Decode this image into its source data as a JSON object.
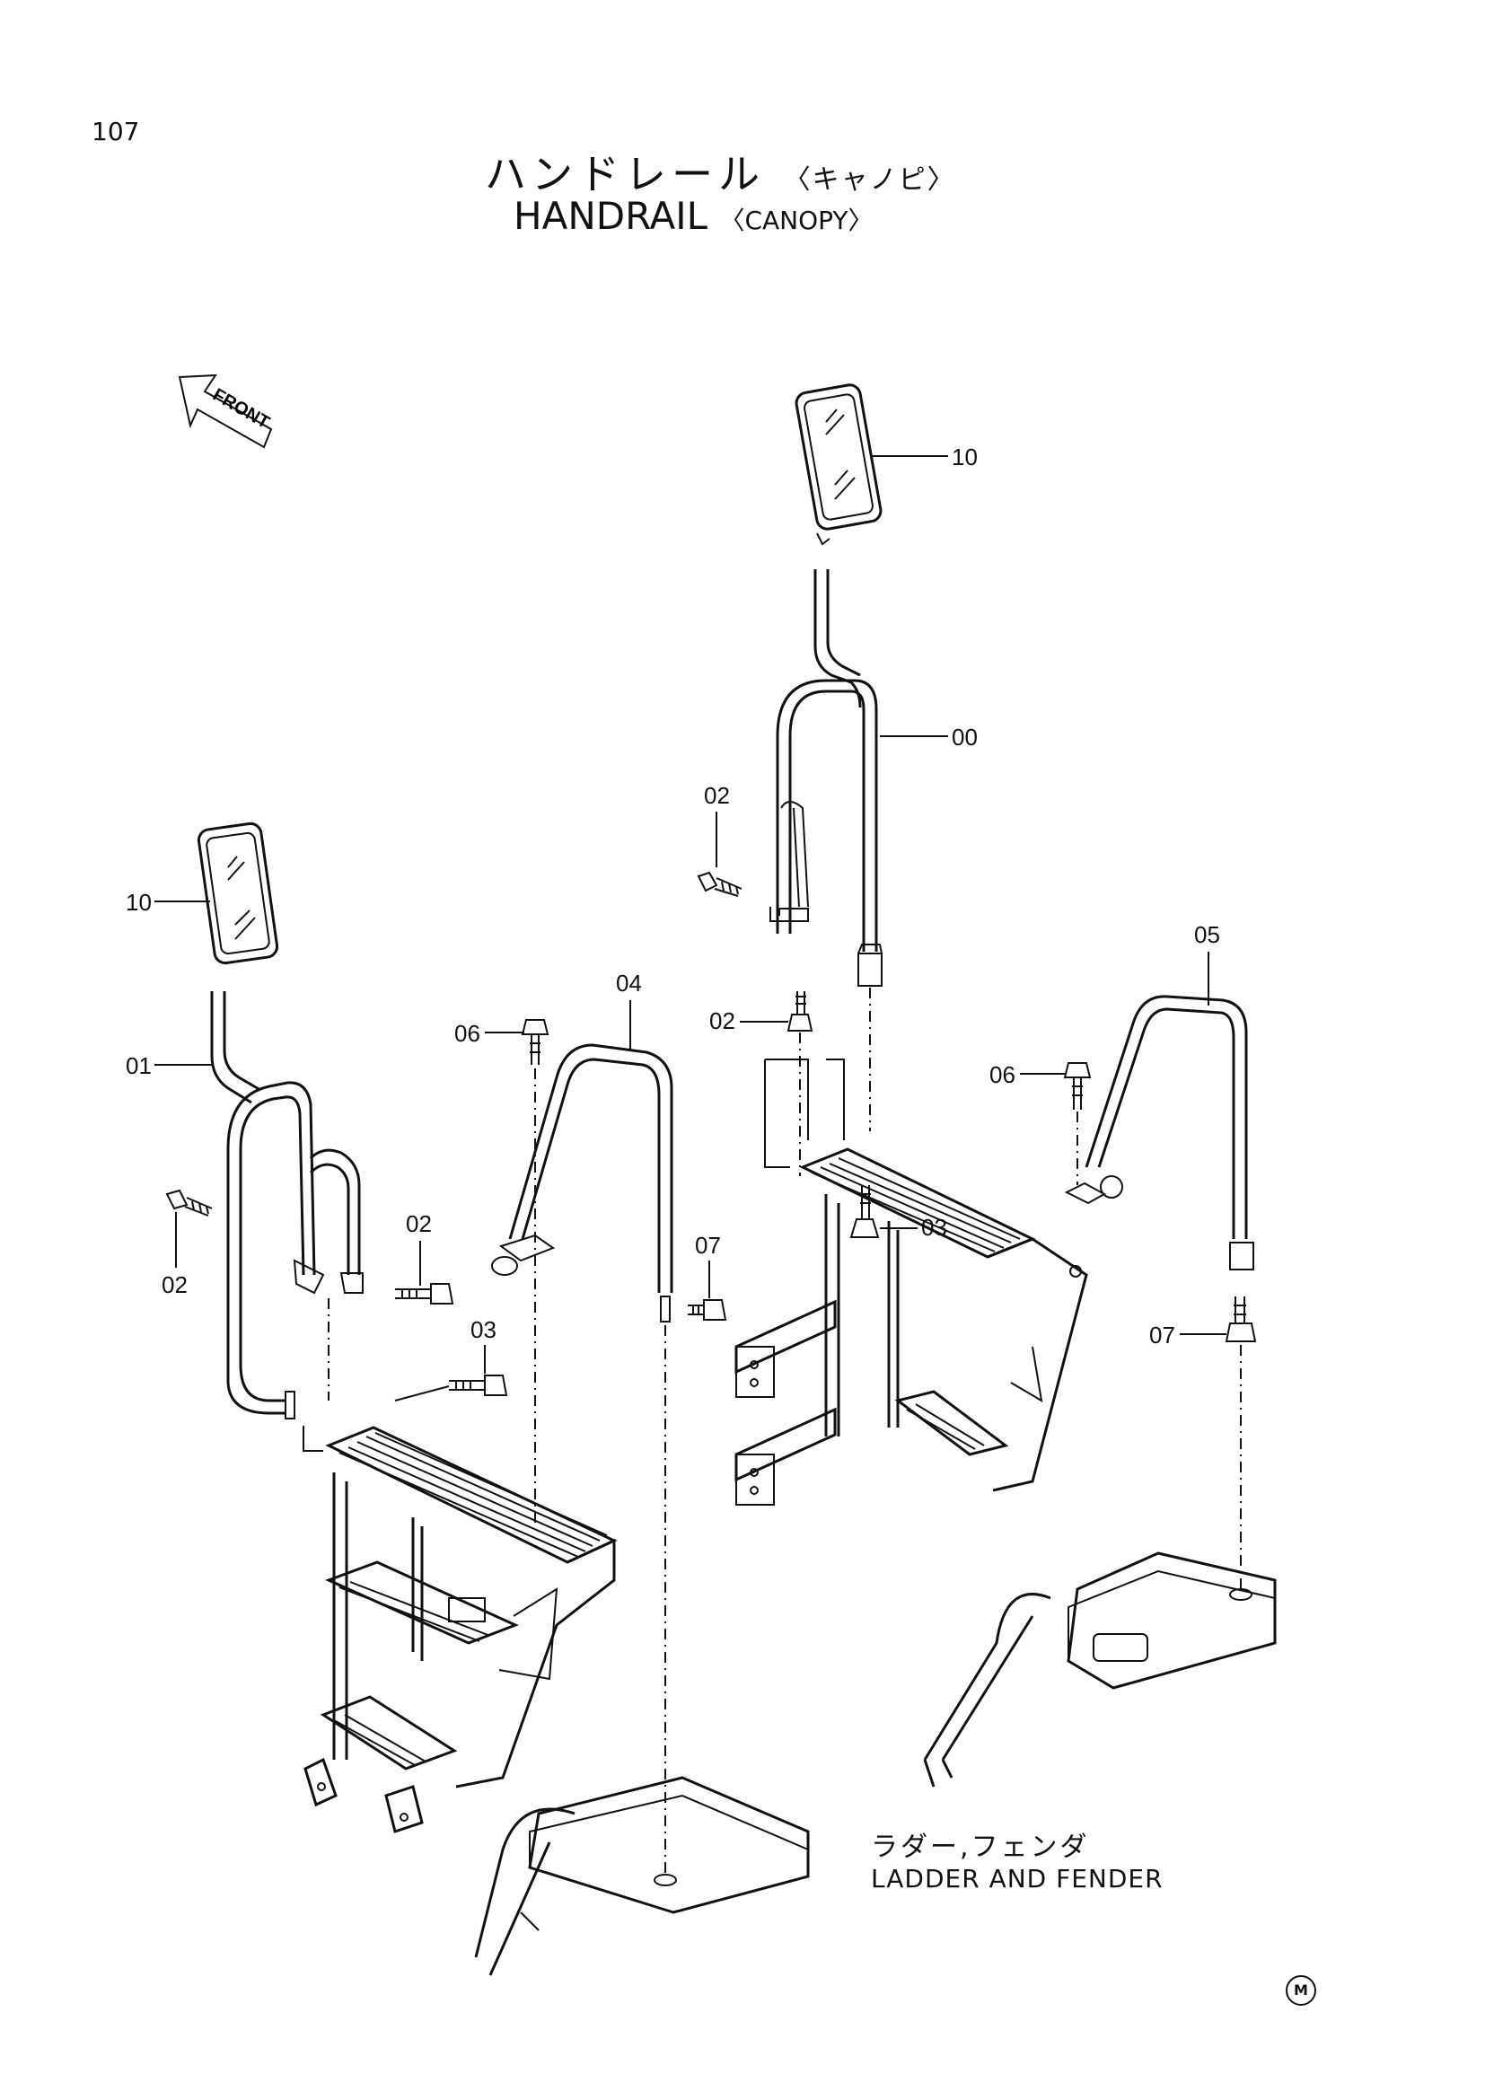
{
  "page_number": "107",
  "title": {
    "jp": "ハンドレール",
    "jp_sub": "〈キャノピ〉",
    "en": "HANDRAIL",
    "en_sub": "〈CANOPY〉"
  },
  "direction_label": "FRONT",
  "callouts": {
    "c10_right": "10",
    "c00": "00",
    "c02_top": "02",
    "c02_mid": "02",
    "c05": "05",
    "c06_right": "06",
    "c03_right": "03",
    "c07_right": "07",
    "c10_left": "10",
    "c01": "01",
    "c04": "04",
    "c06_left": "06",
    "c02_left": "02",
    "c02_center": "02",
    "c07_left": "07",
    "c03_left": "03"
  },
  "reference": {
    "jp": "ラダー,フェンダ",
    "en": "LADDER AND FENDER"
  },
  "mark": "M"
}
